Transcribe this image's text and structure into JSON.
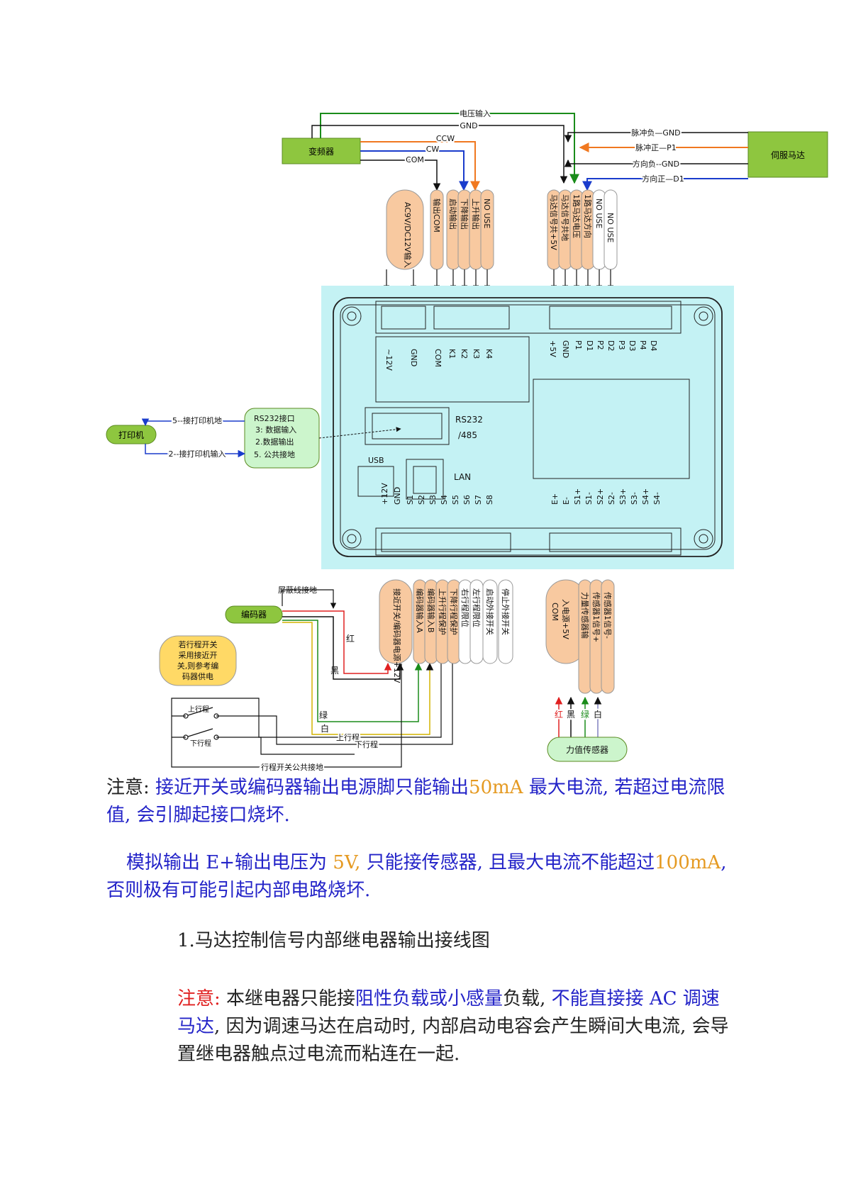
{
  "colors": {
    "green_box": "#8ec63f",
    "panel_cyan": "#c4f2f4",
    "pill_orange": "#f8c9a0",
    "pill_yellow": "#ffd966",
    "pill_lightgreen": "#ccf5cc",
    "wire_green": "#1a8c1a",
    "wire_orange": "#f07820",
    "wire_blue": "#1a3ccc"
  },
  "top": {
    "inverter_label": "变频器",
    "servo_label": "伺服马达",
    "inverter_wires": [
      "电压输入",
      "GND",
      "CCW",
      "CW",
      "COM"
    ],
    "servo_wires": [
      "脉冲负—GND",
      "脉冲正—P1",
      "方向负--GND",
      "方向正—D1"
    ],
    "supply_pill": "AC9V/DC12V输入",
    "left_pills": [
      "输出COM",
      "启动输出",
      "下降输出",
      "上升输出",
      "NO USE"
    ],
    "right_pills": [
      "马达信号共+5V",
      "马达信号共地",
      "1路马达电压",
      "1路马达方向",
      "NO USE",
      "NO USE"
    ]
  },
  "board": {
    "top_terminals": [
      "~12V",
      "GND",
      "COM",
      "K1",
      "K2",
      "K3",
      "K4",
      "+5V",
      "GND",
      "P1",
      "D1",
      "P2",
      "D2",
      "P3",
      "D3",
      "P4",
      "D4"
    ],
    "rs232_label": "RS232",
    "rs485_label": "/485",
    "usb_label": "USB",
    "lan_label": "LAN",
    "bottom_terminals_left": [
      "+12V",
      "GND",
      "S1",
      "S2",
      "S3",
      "S4",
      "S5",
      "S6",
      "S7",
      "S8"
    ],
    "bottom_terminals_right": [
      "E+",
      "E-",
      "S1+",
      "S1-",
      "S2+",
      "S2-",
      "S3+",
      "S3-",
      "S4+",
      "S4-"
    ]
  },
  "rs232": {
    "printer_label": "打印机",
    "lines": [
      "RS232接口",
      "3: 数据输入",
      "2.数据输出",
      "5. 公共接地"
    ],
    "wire5": "5--接打印机地",
    "wire2": "2--接打印机输入"
  },
  "bottom": {
    "encoder_label": "编码器",
    "shield_label": "屏蔽线接地",
    "note_pill": "若行程开关采用接近开关,则参考编码器供电",
    "pills_left": [
      "接近开关/编码器电源+12V",
      "编码器输入A",
      "编码器输入B",
      "上升行程保护",
      "下降行程保护",
      "右行程限位",
      "左行程限位",
      "启动外接开关",
      "停止外接开关"
    ],
    "pills_right": [
      "入电源+5V",
      "COM",
      "力量传感器输",
      "传感器1信号+",
      "传感器1信号-"
    ],
    "wire_labels": [
      "红",
      "黑",
      "绿",
      "白",
      "上行程",
      "下行程",
      "行程开关公共接地"
    ],
    "switch_up": "上行程",
    "switch_down": "下行程",
    "sensor_wires": [
      "红",
      "黑",
      "绿",
      "白"
    ],
    "sensor_label": "力值传感器"
  },
  "notes": {
    "p1_a": "注意: ",
    "p1_b": "接近开关或编码器输出电源脚只能输出",
    "p1_c": "50mA",
    "p1_d": " 最大电流, 若超过电流限值, 会引脚起接口烧坏.",
    "p2_a": "模拟输出 E+输出电压为 ",
    "p2_b": "5V,",
    "p2_c": " 只能接传感器, 且最大电流不能超过",
    "p2_d": "100mA",
    "p2_e": ", 否则极有可能引起内部电路烧坏.",
    "heading": "1.马达控制信号内部继电器输出接线图",
    "p3_a": "注意: ",
    "p3_b": "本继电器只能接",
    "p3_c": "阻性负载或小感量",
    "p3_d": "负载, ",
    "p3_e": "不能直接接 AC 调速马达",
    "p3_f": ", 因为调速马达在启动时, 内部启动电容会产生瞬间大电流, 会导置继电器触点过电流而粘连在一起."
  }
}
